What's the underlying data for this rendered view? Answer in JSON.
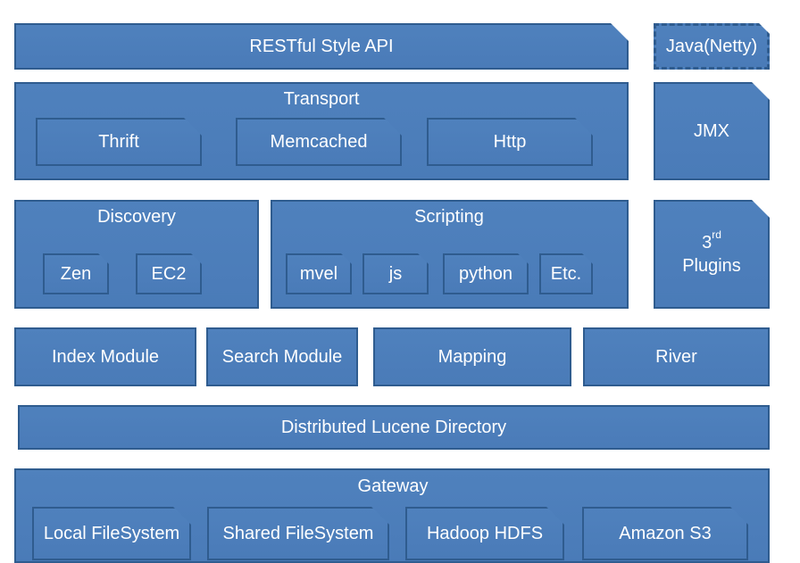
{
  "blocks": {
    "restful": "RESTful Style API",
    "java_netty": "Java(Netty)",
    "transport": {
      "title": "Transport",
      "items": [
        "Thrift",
        "Memcached",
        "Http"
      ]
    },
    "jmx": "JMX",
    "discovery": {
      "title": "Discovery",
      "items": [
        "Zen",
        "EC2"
      ]
    },
    "scripting": {
      "title": "Scripting",
      "items": [
        "mvel",
        "js",
        "python",
        "Etc."
      ]
    },
    "plugins": {
      "prefix": "3",
      "sup": "rd",
      "label": "Plugins"
    },
    "modules": [
      "Index Module",
      "Search Module",
      "Mapping",
      "River"
    ],
    "distributed": "Distributed Lucene Directory",
    "gateway": {
      "title": "Gateway",
      "items": [
        "Local FileSystem",
        "Shared FileSystem",
        "Hadoop HDFS",
        "Amazon S3"
      ]
    }
  },
  "colors": {
    "fill": "#4f81bd",
    "border": "#2f5c8f",
    "text": "#ffffff"
  }
}
